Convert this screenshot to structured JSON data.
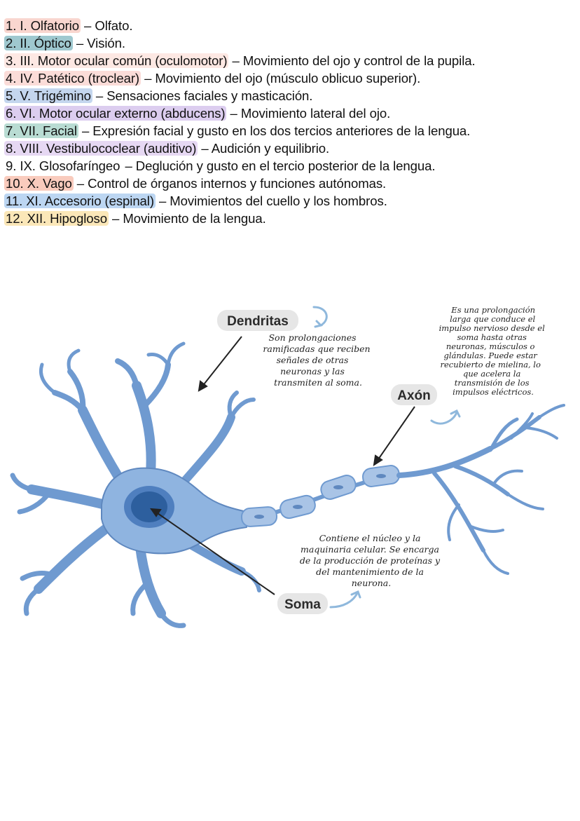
{
  "nerves": [
    {
      "name": "1. I. Olfatorio",
      "desc": " – Olfato.",
      "color": "#f9d6cf"
    },
    {
      "name": "2. II. Óptico",
      "desc": " – Visión.",
      "color": "#9fc8cf"
    },
    {
      "name": "3. III. Motor ocular común (oculomotor)",
      "desc": " – Movimiento del ojo y control de la pupila.",
      "color": "#fde8e3"
    },
    {
      "name": "4. IV. Patético (troclear)",
      "desc": " – Movimiento del ojo (músculo oblicuo superior).",
      "color": "#fbdcd8"
    },
    {
      "name": "5. V. Trigémino",
      "desc": " – Sensaciones faciales y masticación.",
      "color": "#c4d6ee"
    },
    {
      "name": "6. VI. Motor ocular externo (abducens)",
      "desc": " – Movimiento lateral del ojo.",
      "color": "#dccdef"
    },
    {
      "name": "7. VII. Facial",
      "desc": " – Expresión facial y gusto en los dos tercios anteriores de la lengua.",
      "color": "#b9dcd3"
    },
    {
      "name": "8. VIII. Vestibulococlear (auditivo)",
      "desc": " – Audición y equilibrio.",
      "color": "#e6d8f3"
    },
    {
      "name": "9. IX. Glosofaríngeo",
      "desc": " – Deglución y gusto en el tercio posterior de la lengua.",
      "color": "#ffffff"
    },
    {
      "name": "10. X. Vago",
      "desc": " – Control de órganos internos y funciones autónomas.",
      "color": "#f9cbbd"
    },
    {
      "name": "11. XI. Accesorio (espinal)",
      "desc": " – Movimientos del cuello y los hombros.",
      "color": "#bcd6f2"
    },
    {
      "name": "12. XII. Hipogloso",
      "desc": " – Movimiento de la lengua.",
      "color": "#fbe7b8"
    }
  ],
  "diagram": {
    "dendritas": {
      "label": "Dendritas",
      "note": [
        "Son prolongaciones",
        "ramificadas que reciben",
        "señales de otras",
        "neuronas y las",
        "transmiten al soma."
      ]
    },
    "axon": {
      "label": "Axón",
      "note": [
        "Es una prolongación",
        "larga que conduce el",
        "impulso nervioso desde el",
        "soma hasta otras",
        "neuronas, músculos o",
        "glándulas. Puede estar",
        "recubierto de mielina, lo",
        "que acelera la",
        "transmisión de los",
        "impulsos eléctricos."
      ]
    },
    "soma": {
      "label": "Soma",
      "note": [
        "Contiene el núcleo y la",
        "maquinaria celular. Se encarga",
        "de la producción de proteínas y",
        "del mantenimiento de la",
        "neurona."
      ]
    },
    "colors": {
      "cell": "#8fb4e0",
      "cell_stroke": "#5f88bf",
      "nucleus": "#2d5f9e",
      "myelin": "#a9c4e6",
      "tag": "#e6e6e6",
      "arrow": "#8fb8dc"
    }
  }
}
